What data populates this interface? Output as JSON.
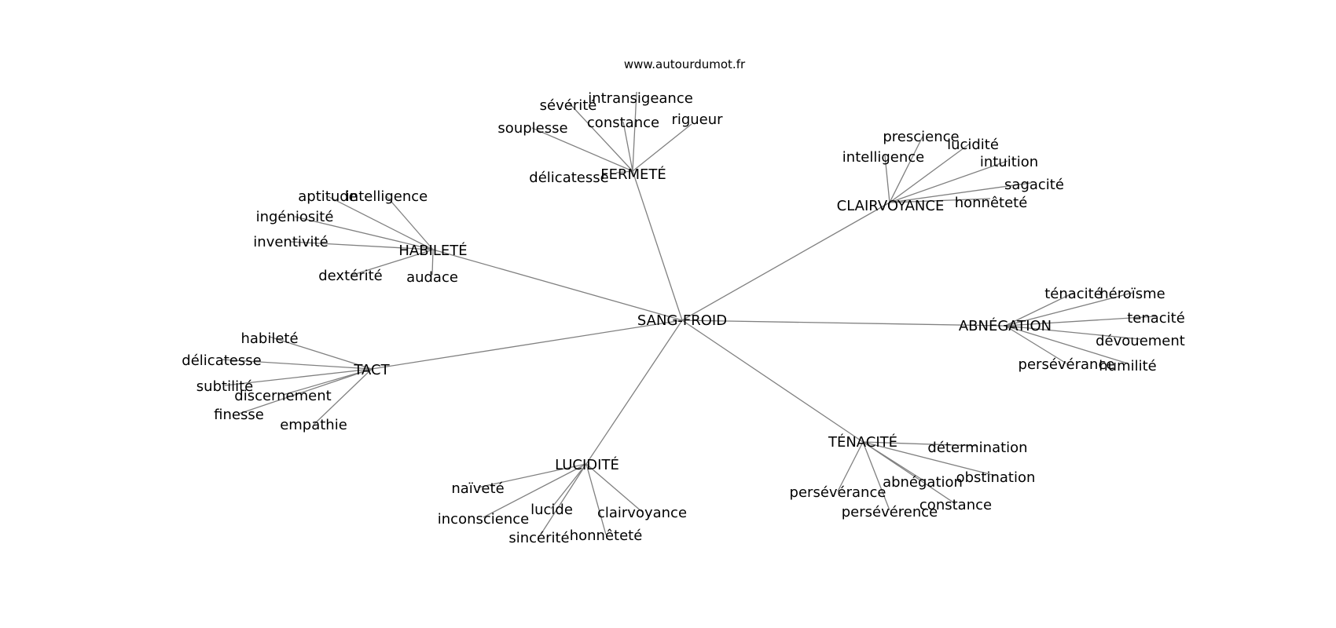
{
  "source": "www.autourdumot.fr",
  "center": {
    "id": "sang-froid",
    "label": "SANG-FROID"
  },
  "groups": [
    {
      "id": "fermete",
      "label": "FERMETÉ",
      "words": [
        "intransigeance",
        "sévérité",
        "constance",
        "rigueur",
        "souplesse",
        "délicatesse"
      ]
    },
    {
      "id": "clairvoyance",
      "label": "CLAIRVOYANCE",
      "words": [
        "prescience",
        "lucidité",
        "intelligence",
        "intuition",
        "sagacité",
        "honnêteté"
      ]
    },
    {
      "id": "habilete",
      "label": "HABILETÉ",
      "words": [
        "aptitude",
        "intelligence",
        "ingéniosité",
        "inventivité",
        "dextérité",
        "audace"
      ]
    },
    {
      "id": "abnegation",
      "label": "ABNÉGATION",
      "words": [
        "ténacité",
        "héroïsme",
        "tenacité",
        "dévouement",
        "persévérance",
        "humilité"
      ]
    },
    {
      "id": "tact",
      "label": "TACT",
      "words": [
        "habileté",
        "délicatesse",
        "subtilité",
        "discernement",
        "finesse",
        "empathie"
      ]
    },
    {
      "id": "tenacite",
      "label": "TÉNACITÉ",
      "words": [
        "détermination",
        "abnégation",
        "obstination",
        "persévérance",
        "constance",
        "persévérence"
      ]
    },
    {
      "id": "lucidite",
      "label": "LUCIDITÉ",
      "words": [
        "naïveté",
        "inconscience",
        "lucide",
        "clairvoyance",
        "sincérité",
        "honnêteté"
      ]
    }
  ]
}
